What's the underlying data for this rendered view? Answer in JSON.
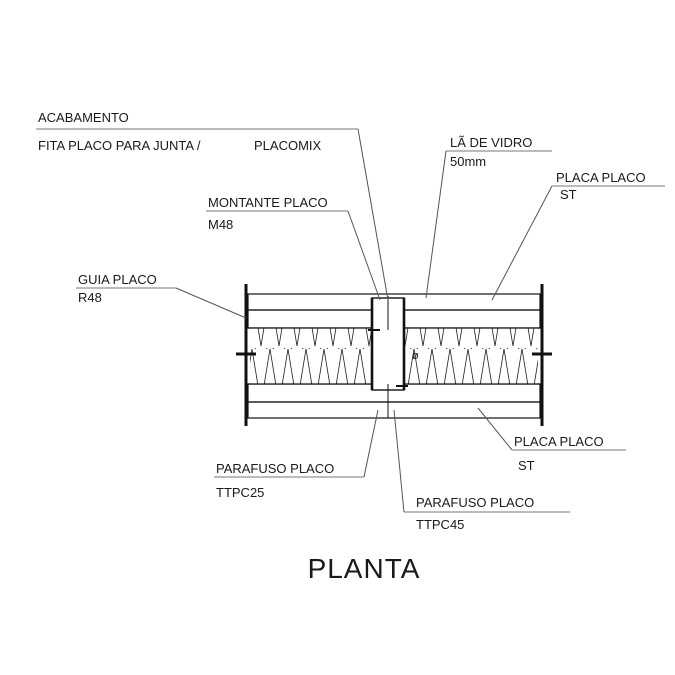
{
  "labels": {
    "acabamento": "ACABAMENTO",
    "fita": "FITA PLACO PARA JUNTA /",
    "placomix": "PLACOMIX",
    "la_vidro": "LÃ DE VIDRO",
    "la_vidro_spec": "50mm",
    "placa_top": "PLACA PLACO",
    "placa_top_spec": "ST",
    "montante": "MONTANTE PLACO",
    "montante_spec": "M48",
    "guia": "GUIA PLACO",
    "guia_spec": "R48",
    "placa_bottom": "PLACA PLACO",
    "placa_bottom_spec": "ST",
    "parafuso1": "PARAFUSO PLACO",
    "parafuso1_spec": "TTPC25",
    "parafuso2": "PARAFUSO PLACO",
    "parafuso2_spec": "TTPC45",
    "diameter_symbol": "ø"
  },
  "title": "PLANTA"
}
